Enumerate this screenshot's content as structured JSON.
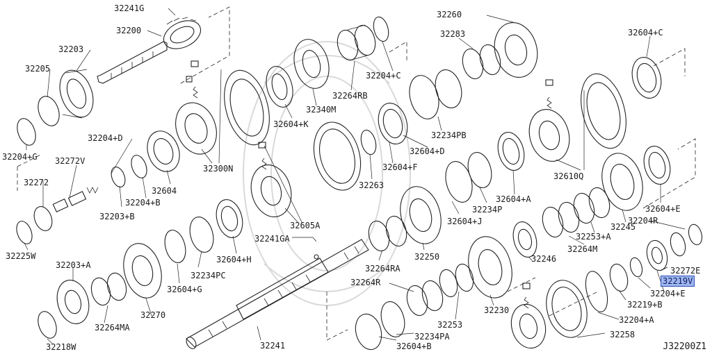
{
  "diagram": {
    "code": "J32200Z1",
    "highlighted": "32219V",
    "labels": [
      "32241G",
      "32200",
      "32203",
      "32205",
      "32204+G",
      "32300N",
      "32204+D",
      "32272V",
      "32272",
      "32203+B",
      "32204+B",
      "32604",
      "32225W",
      "32203+A",
      "32270",
      "32264MA",
      "32218W",
      "32604+G",
      "32234PC",
      "32604+H",
      "32241GA",
      "32605A",
      "32241",
      "32264R",
      "32604+B",
      "32234PA",
      "32253",
      "32230",
      "32264RA",
      "32250",
      "32604+J",
      "32234P",
      "32234PB",
      "32604+D",
      "32604+F",
      "32263",
      "32604+K",
      "32340M",
      "32264RB",
      "32204+C",
      "32283",
      "32260",
      "32604+C",
      "32610Q",
      "32604+A",
      "32246",
      "32264M",
      "32253+A",
      "32245",
      "32604+E",
      "32204R",
      "32272E",
      "32219V",
      "32204+E",
      "32219+B",
      "32204+A",
      "32258"
    ]
  }
}
